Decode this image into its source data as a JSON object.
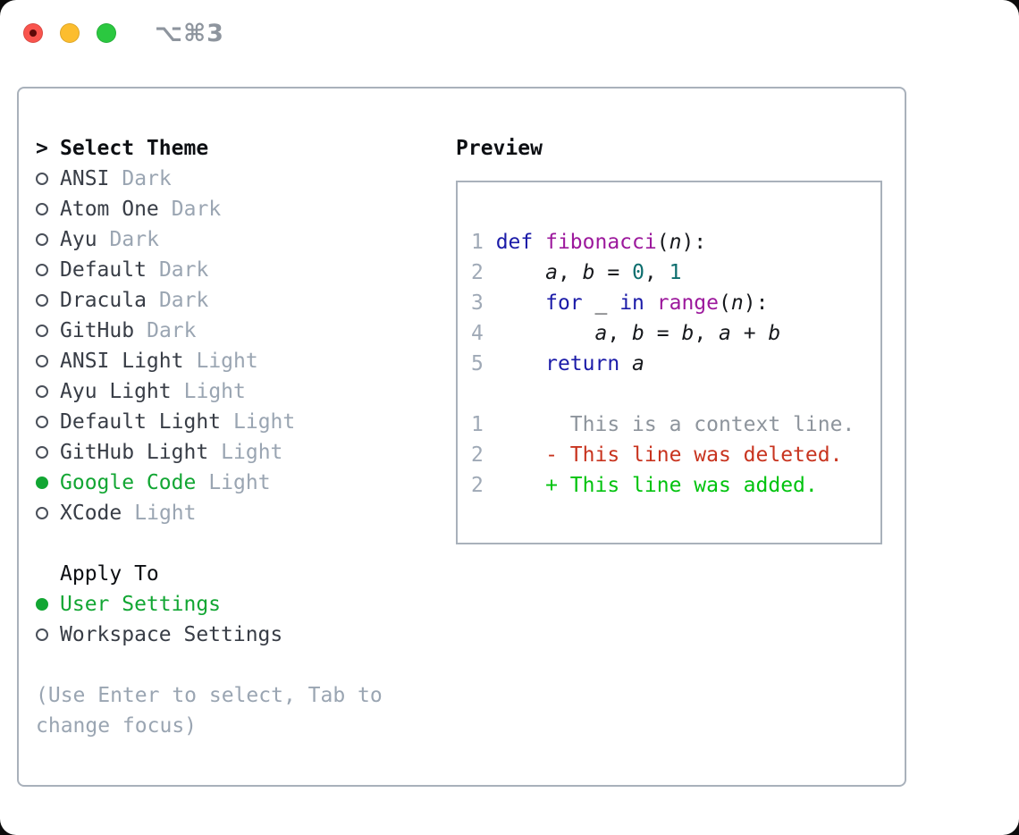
{
  "window": {
    "title": "⌥⌘3",
    "traffic_lights": [
      "close",
      "minimize",
      "zoom"
    ]
  },
  "theme_picker": {
    "prompt": ">",
    "title": "Select Theme",
    "themes": [
      {
        "name": "ANSI",
        "variant": "Dark",
        "selected": false
      },
      {
        "name": "Atom One",
        "variant": "Dark",
        "selected": false
      },
      {
        "name": "Ayu",
        "variant": "Dark",
        "selected": false
      },
      {
        "name": "Default",
        "variant": "Dark",
        "selected": false
      },
      {
        "name": "Dracula",
        "variant": "Dark",
        "selected": false
      },
      {
        "name": "GitHub",
        "variant": "Dark",
        "selected": false
      },
      {
        "name": "ANSI Light",
        "variant": "Light",
        "selected": false
      },
      {
        "name": "Ayu Light",
        "variant": "Light",
        "selected": false
      },
      {
        "name": "Default Light",
        "variant": "Light",
        "selected": false
      },
      {
        "name": "GitHub Light",
        "variant": "Light",
        "selected": false
      },
      {
        "name": "Google Code",
        "variant": "Light",
        "selected": true
      },
      {
        "name": "XCode",
        "variant": "Light",
        "selected": false
      }
    ],
    "apply_to": {
      "label": "Apply To",
      "options": [
        {
          "label": "User Settings",
          "selected": true
        },
        {
          "label": "Workspace Settings",
          "selected": false
        }
      ]
    },
    "hint": "(Use Enter to select, Tab to\nchange focus)"
  },
  "preview": {
    "title": "Preview",
    "lines": [
      {
        "num": "1",
        "tokens": [
          {
            "c": "kw",
            "t": "def "
          },
          {
            "c": "fn",
            "t": "fibonacci"
          },
          {
            "c": "plain",
            "t": "("
          },
          {
            "c": "var",
            "t": "n"
          },
          {
            "c": "plain",
            "t": "):"
          }
        ]
      },
      {
        "num": "2",
        "tokens": [
          {
            "c": "plain",
            "t": "    "
          },
          {
            "c": "var",
            "t": "a"
          },
          {
            "c": "plain",
            "t": ", "
          },
          {
            "c": "var",
            "t": "b"
          },
          {
            "c": "plain",
            "t": " = "
          },
          {
            "c": "num",
            "t": "0"
          },
          {
            "c": "plain",
            "t": ", "
          },
          {
            "c": "num",
            "t": "1"
          }
        ]
      },
      {
        "num": "3",
        "tokens": [
          {
            "c": "plain",
            "t": "    "
          },
          {
            "c": "kw",
            "t": "for"
          },
          {
            "c": "plain",
            "t": " _ "
          },
          {
            "c": "kw",
            "t": "in"
          },
          {
            "c": "plain",
            "t": " "
          },
          {
            "c": "fn",
            "t": "range"
          },
          {
            "c": "plain",
            "t": "("
          },
          {
            "c": "var",
            "t": "n"
          },
          {
            "c": "plain",
            "t": "):"
          }
        ]
      },
      {
        "num": "4",
        "tokens": [
          {
            "c": "plain",
            "t": "        "
          },
          {
            "c": "var",
            "t": "a"
          },
          {
            "c": "plain",
            "t": ", "
          },
          {
            "c": "var",
            "t": "b"
          },
          {
            "c": "plain",
            "t": " = "
          },
          {
            "c": "var",
            "t": "b"
          },
          {
            "c": "plain",
            "t": ", "
          },
          {
            "c": "var",
            "t": "a"
          },
          {
            "c": "plain",
            "t": " + "
          },
          {
            "c": "var",
            "t": "b"
          }
        ]
      },
      {
        "num": "5",
        "tokens": [
          {
            "c": "plain",
            "t": "    "
          },
          {
            "c": "kw",
            "t": "return"
          },
          {
            "c": "plain",
            "t": " "
          },
          {
            "c": "var",
            "t": "a"
          }
        ]
      },
      {
        "num": "",
        "tokens": []
      },
      {
        "num": "1",
        "tokens": [
          {
            "c": "ctx",
            "t": "      This is a context line."
          }
        ]
      },
      {
        "num": "2",
        "tokens": [
          {
            "c": "del",
            "t": "    - This line was deleted."
          }
        ]
      },
      {
        "num": "2",
        "tokens": [
          {
            "c": "add",
            "t": "    + This line was added."
          }
        ]
      }
    ]
  },
  "colors": {
    "accent_green": "#12a633",
    "diff_added": "#00c30e",
    "diff_removed": "#c8341f",
    "syntax_keyword": "#1b1ba8",
    "syntax_function": "#9c189c",
    "syntax_number": "#0d6e6e",
    "secondary_text": "#9aa5b2",
    "panel_border": "#a9b1bb",
    "traffic_red": "#f9544d",
    "traffic_yellow": "#fcbd2e",
    "traffic_green": "#2bc840"
  }
}
